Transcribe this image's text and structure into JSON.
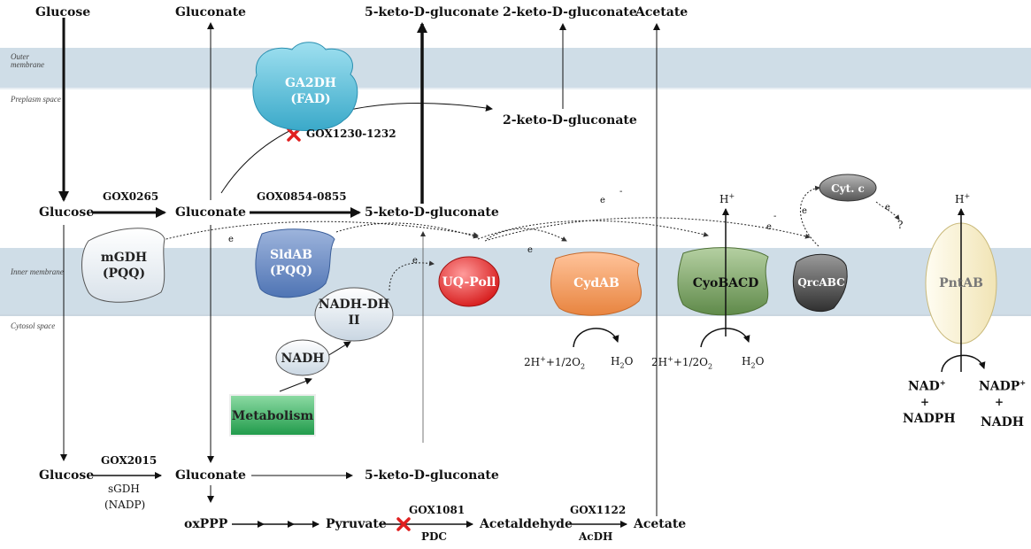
{
  "zones": {
    "outer": "Outer membrane",
    "periplasm": "Preplasm space",
    "inner": "Inner membrane",
    "cytosol": "Cytosol space"
  },
  "top": {
    "glucose": "Glucose",
    "gluconate": "Gluconate",
    "k5": "5-keto-D-gluconate",
    "k2": "2-keto-D-gluconate",
    "acetate": "Acetate"
  },
  "periplasm_items": {
    "k2_peri": "2-keto-D-gluconate",
    "ga2dh_name": "GA2DH",
    "ga2dh_cof": "(FAD)",
    "ga2dh_gene": "GOX1230-1232"
  },
  "mid": {
    "glucose": "Glucose",
    "gene1": "GOX0265",
    "gluconate": "Gluconate",
    "gene2": "GOX0854-0855",
    "k5": "5-keto-D-gluconate"
  },
  "proteins": {
    "mgdh_name": "mGDH",
    "mgdh_cof": "(PQQ)",
    "sldab_name": "SldAB",
    "sldab_cof": "(PQQ)",
    "uq": "UQ-Poll",
    "cydab": "CydAB",
    "cyobacd": "CyoBACD",
    "qrcabc": "QrcABC",
    "pntab": "PntAB",
    "cytc": "Cyt. c",
    "nadhdh_1": "NADH-DH",
    "nadhdh_2": "II",
    "nadh": "NADH",
    "metabolism": "Metabolism"
  },
  "electron_labels": {
    "e": "e",
    "minus": "-",
    "q": "?"
  },
  "reactions": {
    "h_plus": "H",
    "plus": "+",
    "two_h": "2H",
    "half_o2": "+1/2O",
    "sub2": "2",
    "h2o_h": "H",
    "h2o_o": "O",
    "nad": "NAD",
    "nadph": "NADPH",
    "nadp": "NADP",
    "nadh": "NADH"
  },
  "bottom": {
    "glucose": "Glucose",
    "gene": "GOX2015",
    "sgdh": "sGDH",
    "nadp": "(NADP)",
    "gluconate": "Gluconate",
    "k5": "5-keto-D-gluconate",
    "oxppp": "oxPPP",
    "pyruvate": "Pyruvate",
    "gox1081": "GOX1081",
    "pdc": "PDC",
    "acetaldehyde": "Acetaldehyde",
    "gox1122": "GOX1122",
    "acdh": "AcDH",
    "acetate": "Acetate"
  },
  "colors": {
    "membrane": "#cfdde7",
    "ga2dh": "#5fc2dd",
    "uq": "#e53030",
    "cydab": "#f2a266",
    "cyobacd": "#7fa36b",
    "qrcabc": "#555555",
    "pntab": "#f8f0cf",
    "metabolism": "#2fae5a",
    "cross": "#e02020"
  }
}
